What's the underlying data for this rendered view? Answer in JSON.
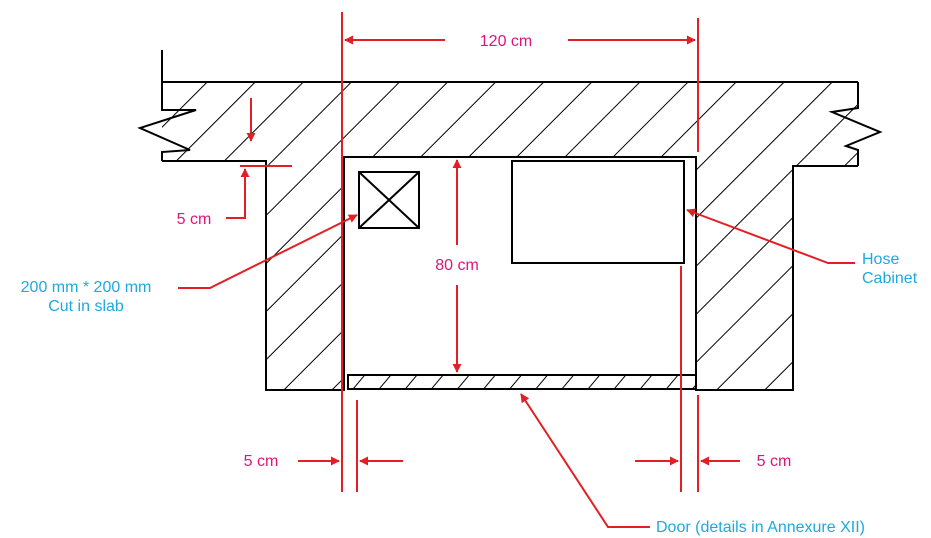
{
  "dimensions": {
    "width": "120 cm",
    "depth": "80 cm",
    "slab_offset": "5 cm",
    "left_gap": "5 cm",
    "right_gap": "5 cm"
  },
  "labels": {
    "cut_line1": "200 mm * 200 mm",
    "cut_line2": "Cut in slab",
    "hose_line1": "Hose",
    "hose_line2": "Cabinet",
    "door": "Door (details in Annexure XII)"
  },
  "colors": {
    "dimension_text": "#e0147a",
    "annotation_text": "#1ea9e0",
    "dimension_lines": "#e31e24",
    "outline": "#000000"
  }
}
